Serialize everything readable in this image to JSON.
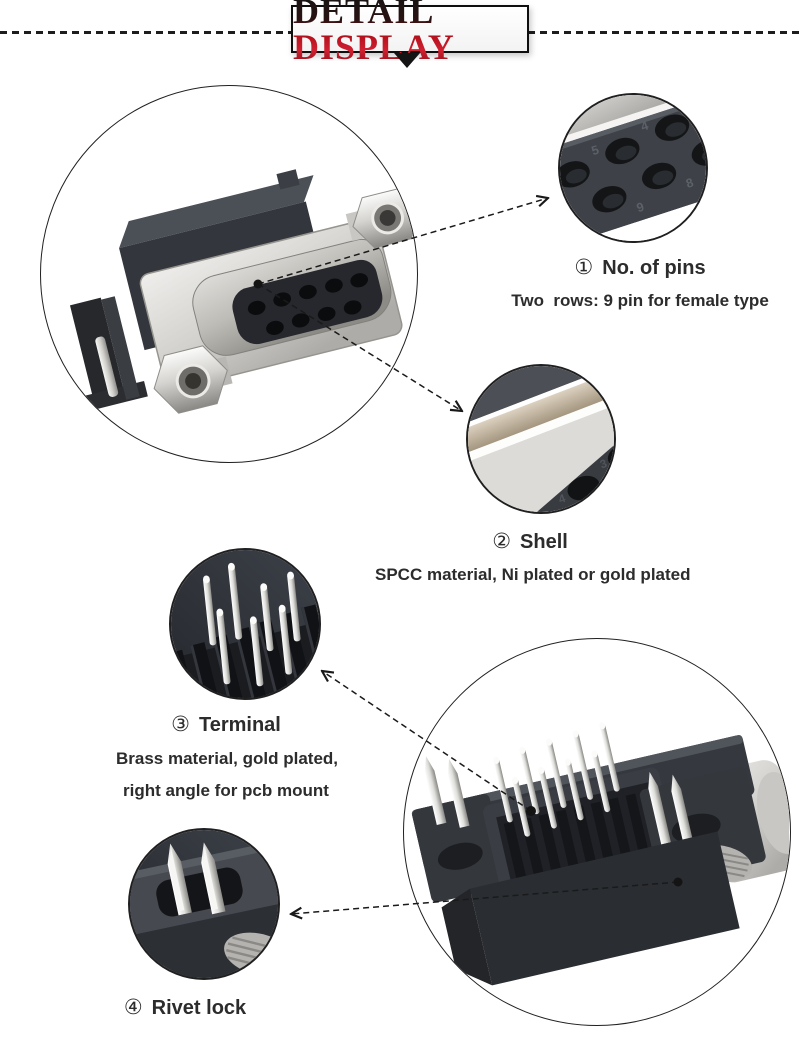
{
  "header": {
    "title": "DETAIL DISPLAY"
  },
  "colors": {
    "accent_red": "#b9121f",
    "text": "#2c2c2c",
    "callout_line": "#1a1a1a",
    "background": "#ffffff",
    "plastic_dark": "#33363c",
    "metal_light": "#d8d7d4"
  },
  "callouts": {
    "pins": {
      "number": "①",
      "title": "No. of pins",
      "desc": "Two  rows: 9 pin for female type"
    },
    "shell": {
      "number": "②",
      "title": "Shell",
      "desc": "SPCC material, Ni plated or gold plated"
    },
    "terminal": {
      "number": "③",
      "title": "Terminal",
      "desc_line1": "Brass material, gold plated,",
      "desc_line2": "right angle for pcb mount"
    },
    "rivet": {
      "number": "④",
      "title": "Rivet lock"
    }
  },
  "figures": {
    "main": {
      "name": "db9-female-right-angle-connector-photo"
    },
    "pins_zoom": {
      "name": "pin-holes-closeup-photo",
      "engraved": [
        "5",
        "4",
        "9",
        "8"
      ]
    },
    "shell_zoom": {
      "name": "metal-shell-closeup-photo",
      "engraved": [
        "4",
        "3"
      ]
    },
    "terminal_zoom": {
      "name": "terminal-pins-closeup-photo"
    },
    "rear": {
      "name": "connector-rear-pcb-pins-photo"
    },
    "rivet_zoom": {
      "name": "rivet-lock-closeup-photo"
    }
  }
}
